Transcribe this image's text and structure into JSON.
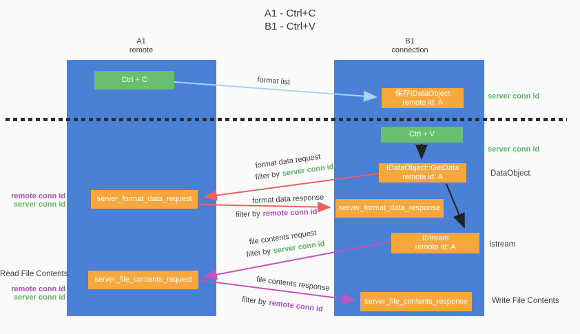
{
  "title": {
    "line1": "A1 - Ctrl+C",
    "line2": "B1 - Ctrl+V"
  },
  "columns": {
    "left": {
      "header_line1": "A1",
      "header_line2": "remote"
    },
    "right": {
      "header_line1": "B1",
      "header_line2": "connection"
    }
  },
  "boxes": {
    "ctrl_c": {
      "label": "Ctrl + C"
    },
    "ctrl_v": {
      "label": "Ctrl + V"
    },
    "save_idataobject": {
      "line1": "保存IDataObject",
      "line2": "remote id: A"
    },
    "getdata": {
      "line1": "IDataObject::GetData",
      "line2": "remote id: A"
    },
    "istream": {
      "line1": "IStream",
      "line2": "remote id: A"
    },
    "server_format_data_request": {
      "label": "server_format_data_request"
    },
    "server_format_data_response": {
      "label": "server_format_data_response"
    },
    "server_file_contents_request": {
      "label": "server_file_contents_request"
    },
    "server_file_contents_response": {
      "label": "server_file_contents_response"
    }
  },
  "arrow_labels": {
    "format_list": "format list",
    "format_data_request": "format data request",
    "format_data_response": "format data response",
    "file_contents_request": "file contents request",
    "file_contents_response": "file contents response",
    "filter_by": "filter by",
    "server_conn_id": "server conn id",
    "remote_conn_id": "remote conn id"
  },
  "side_labels": {
    "server_conn_id": "server conn id",
    "remote_conn_id": "remote conn id",
    "dataobject": "DataObject",
    "istream": "Istream",
    "read_file_contents": "Read File Contents",
    "write_file_contents": "Write File Contents"
  },
  "colors": {
    "column_blue": "#4a80d5",
    "box_green": "#68bf6d",
    "box_orange": "#f7a73c",
    "arrow_light_blue": "#aad4f2",
    "arrow_red": "#e96262",
    "arrow_magenta": "#c353bd",
    "arrow_black": "#222222",
    "text_green": "#5cb863",
    "text_purple": "#ae4fc5",
    "text_dark": "#3e3e3e",
    "background": "#fafafa"
  }
}
